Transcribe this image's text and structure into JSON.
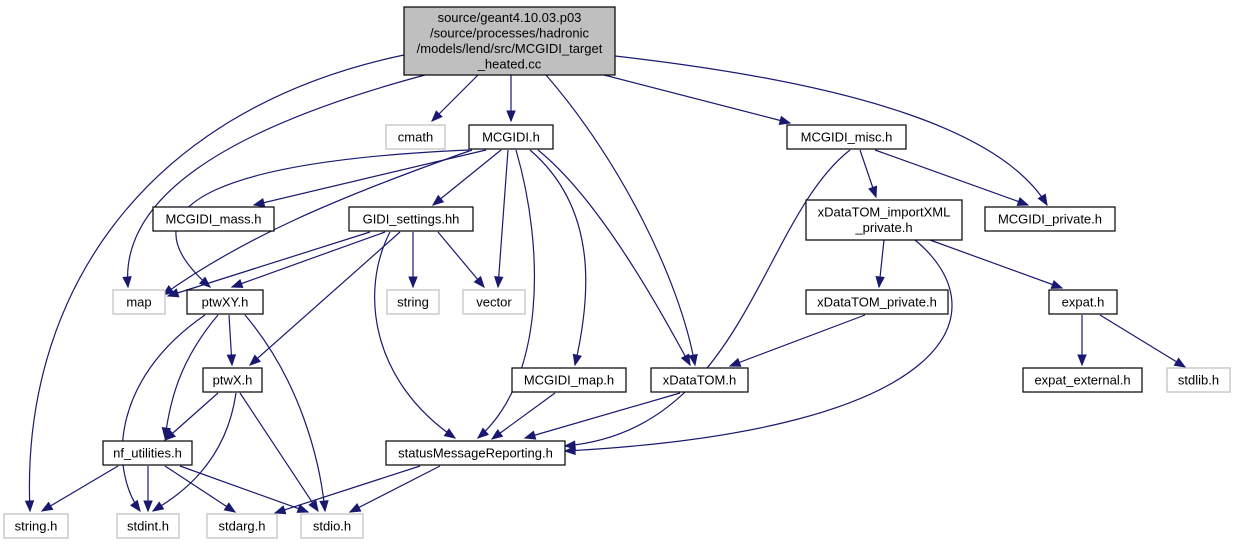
{
  "graph": {
    "nodes": [
      {
        "id": "root",
        "lines": [
          "source/geant4.10.03.p03",
          "/source/processes/hadronic",
          "/models/lend/src/MCGIDI_target",
          "_heated.cc"
        ],
        "kind": "root"
      },
      {
        "id": "cmath",
        "lines": [
          "cmath"
        ],
        "kind": "ext"
      },
      {
        "id": "mcgidi_h",
        "lines": [
          "MCGIDI.h"
        ],
        "kind": "int"
      },
      {
        "id": "mcgidi_misc",
        "lines": [
          "MCGIDI_misc.h"
        ],
        "kind": "int"
      },
      {
        "id": "mcgidi_mass",
        "lines": [
          "MCGIDI_mass.h"
        ],
        "kind": "int"
      },
      {
        "id": "gidi_settings",
        "lines": [
          "GIDI_settings.hh"
        ],
        "kind": "int"
      },
      {
        "id": "xdatatom_importxml",
        "lines": [
          "xDataTOM_importXML",
          "_private.h"
        ],
        "kind": "int"
      },
      {
        "id": "mcgidi_private",
        "lines": [
          "MCGIDI_private.h"
        ],
        "kind": "int"
      },
      {
        "id": "map",
        "lines": [
          "map"
        ],
        "kind": "ext"
      },
      {
        "id": "ptwxy",
        "lines": [
          "ptwXY.h"
        ],
        "kind": "int"
      },
      {
        "id": "string",
        "lines": [
          "string"
        ],
        "kind": "ext"
      },
      {
        "id": "vector",
        "lines": [
          "vector"
        ],
        "kind": "ext"
      },
      {
        "id": "xdatatom_private",
        "lines": [
          "xDataTOM_private.h"
        ],
        "kind": "int"
      },
      {
        "id": "expat_h",
        "lines": [
          "expat.h"
        ],
        "kind": "int"
      },
      {
        "id": "ptwx",
        "lines": [
          "ptwX.h"
        ],
        "kind": "int"
      },
      {
        "id": "mcgidi_map",
        "lines": [
          "MCGIDI_map.h"
        ],
        "kind": "int"
      },
      {
        "id": "xdatatom_h",
        "lines": [
          "xDataTOM.h"
        ],
        "kind": "int"
      },
      {
        "id": "expat_external",
        "lines": [
          "expat_external.h"
        ],
        "kind": "int"
      },
      {
        "id": "stdlib_h",
        "lines": [
          "stdlib.h"
        ],
        "kind": "ext"
      },
      {
        "id": "nf_utilities",
        "lines": [
          "nf_utilities.h"
        ],
        "kind": "int"
      },
      {
        "id": "status_msg",
        "lines": [
          "statusMessageReporting.h"
        ],
        "kind": "int"
      },
      {
        "id": "string_h",
        "lines": [
          "string.h"
        ],
        "kind": "ext"
      },
      {
        "id": "stdint_h",
        "lines": [
          "stdint.h"
        ],
        "kind": "ext"
      },
      {
        "id": "stdarg_h",
        "lines": [
          "stdarg.h"
        ],
        "kind": "ext"
      },
      {
        "id": "stdio_h",
        "lines": [
          "stdio.h"
        ],
        "kind": "ext"
      }
    ],
    "edges": [
      [
        "root",
        "cmath"
      ],
      [
        "root",
        "mcgidi_h"
      ],
      [
        "root",
        "mcgidi_misc"
      ],
      [
        "root",
        "mcgidi_private"
      ],
      [
        "root",
        "map"
      ],
      [
        "root",
        "string_h"
      ],
      [
        "root",
        "xdatatom_h"
      ],
      [
        "mcgidi_h",
        "mcgidi_mass"
      ],
      [
        "mcgidi_h",
        "gidi_settings"
      ],
      [
        "mcgidi_h",
        "map"
      ],
      [
        "mcgidi_h",
        "ptwxy"
      ],
      [
        "mcgidi_h",
        "vector"
      ],
      [
        "mcgidi_h",
        "status_msg"
      ],
      [
        "mcgidi_h",
        "mcgidi_map"
      ],
      [
        "mcgidi_h",
        "xdatatom_h"
      ],
      [
        "gidi_settings",
        "map"
      ],
      [
        "gidi_settings",
        "ptwxy"
      ],
      [
        "gidi_settings",
        "string"
      ],
      [
        "gidi_settings",
        "vector"
      ],
      [
        "gidi_settings",
        "ptwx"
      ],
      [
        "gidi_settings",
        "status_msg"
      ],
      [
        "mcgidi_misc",
        "xdatatom_importxml"
      ],
      [
        "mcgidi_misc",
        "mcgidi_private"
      ],
      [
        "mcgidi_misc",
        "status_msg"
      ],
      [
        "xdatatom_importxml",
        "xdatatom_private"
      ],
      [
        "xdatatom_importxml",
        "expat_h"
      ],
      [
        "xdatatom_importxml",
        "status_msg"
      ],
      [
        "xdatatom_private",
        "xdatatom_h"
      ],
      [
        "expat_h",
        "expat_external"
      ],
      [
        "expat_h",
        "stdlib_h"
      ],
      [
        "ptwxy",
        "ptwx"
      ],
      [
        "ptwxy",
        "nf_utilities"
      ],
      [
        "ptwxy",
        "stdint_h"
      ],
      [
        "ptwxy",
        "stdio_h"
      ],
      [
        "ptwx",
        "nf_utilities"
      ],
      [
        "ptwx",
        "stdint_h"
      ],
      [
        "ptwx",
        "stdio_h"
      ],
      [
        "nf_utilities",
        "string_h"
      ],
      [
        "nf_utilities",
        "stdint_h"
      ],
      [
        "nf_utilities",
        "stdarg_h"
      ],
      [
        "nf_utilities",
        "stdio_h"
      ],
      [
        "mcgidi_map",
        "status_msg"
      ],
      [
        "xdatatom_h",
        "status_msg"
      ],
      [
        "status_msg",
        "stdarg_h"
      ],
      [
        "status_msg",
        "stdio_h"
      ]
    ]
  }
}
